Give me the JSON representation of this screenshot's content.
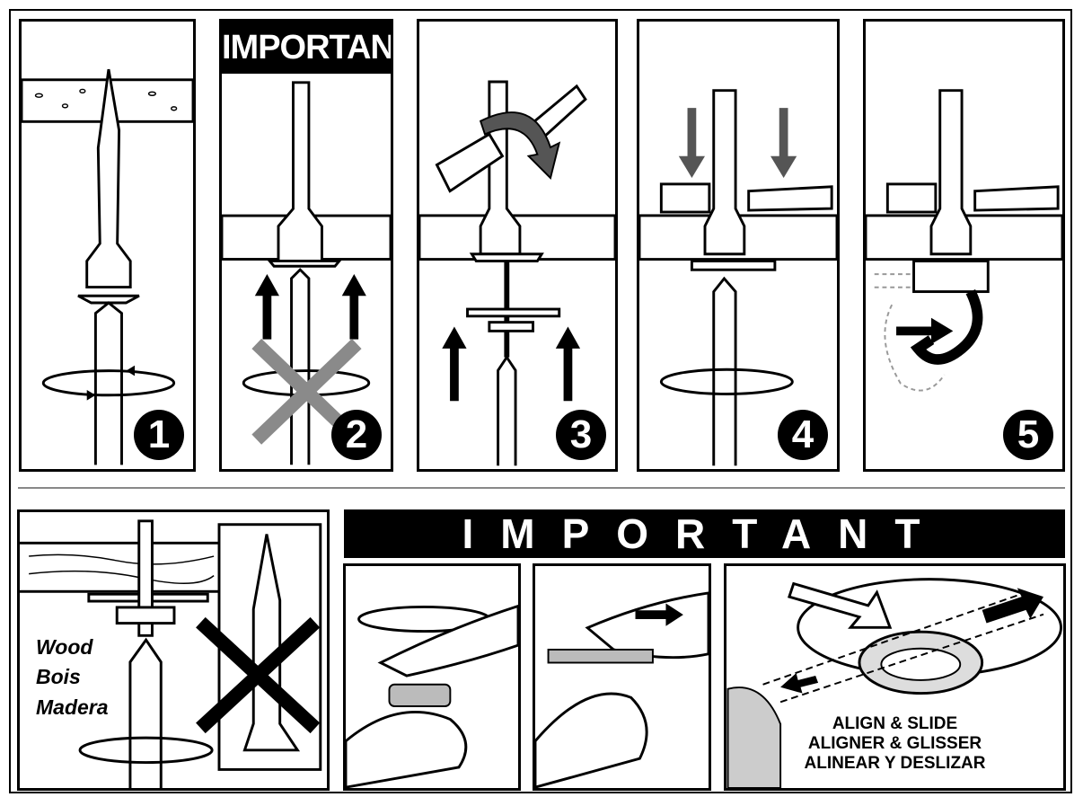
{
  "steps": [
    {
      "number": "1"
    },
    {
      "number": "2",
      "label": "IMPORTANT"
    },
    {
      "number": "3"
    },
    {
      "number": "4"
    },
    {
      "number": "5"
    }
  ],
  "wood_panel": {
    "labels": [
      "Wood",
      "Bois",
      "Madera"
    ]
  },
  "important_banner": "IMPORTANT",
  "align_panel": {
    "lines": [
      "ALIGN & SLIDE",
      "ALIGNER & GLISSER",
      "ALINEAR Y DESLIZAR"
    ]
  },
  "colors": {
    "ink": "#000000",
    "cross_gray": "#8a8a8a",
    "divider": "#888888"
  }
}
